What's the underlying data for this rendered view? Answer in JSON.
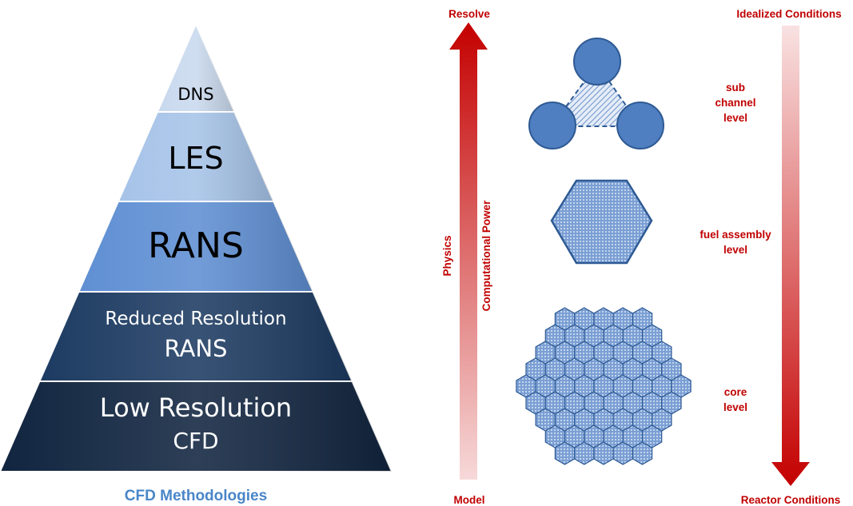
{
  "pyramid": {
    "levels": [
      {
        "lines": [
          "DNS"
        ],
        "color": "#c9d9ee"
      },
      {
        "lines": [
          "LES"
        ],
        "color": "#a6c3e8"
      },
      {
        "lines": [
          "RANS"
        ],
        "color": "#5f8fd3"
      },
      {
        "lines": [
          "Reduced Resolution",
          "RANS"
        ],
        "color": "#1d3b62"
      },
      {
        "lines": [
          "Low Resolution",
          "CFD"
        ],
        "color": "#112540"
      }
    ],
    "caption": "CFD Methodologies",
    "caption_color": "#4a86c8"
  },
  "arrows": {
    "up_top_label": "Resolve",
    "up_bottom_label": "Model",
    "physics_label": "Physics",
    "computational_label": "Computational Power",
    "down_top_label": "Idealized Conditions",
    "down_bottom_label": "Reactor Conditions",
    "arrow_color": "#cc1111"
  },
  "levels": {
    "subchannel": [
      "sub",
      "channel",
      "level"
    ],
    "assembly": [
      "fuel assembly",
      "level"
    ],
    "core": [
      "core",
      "level"
    ]
  },
  "colors": {
    "rod_fill": "#4f7fc0",
    "rod_stroke": "#2e5a94",
    "hatch_fill": "#8fb0dc"
  }
}
